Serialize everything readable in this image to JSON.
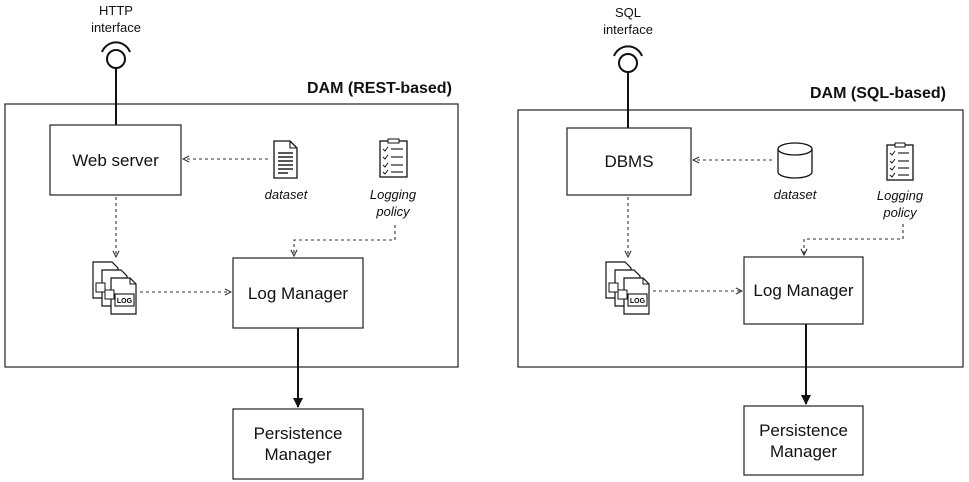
{
  "left": {
    "interface_label": "HTTP\ninterface",
    "container_title": "DAM (REST-based)",
    "server_label": "Web server",
    "dataset_label": "dataset",
    "policy_label": "Logging\npolicy",
    "log_manager_label": "Log Manager",
    "persistence_label": "Persistence\nManager",
    "log_icon_text": "LOG",
    "dataset_icon": "document-icon"
  },
  "right": {
    "interface_label": "SQL\ninterface",
    "container_title": "DAM (SQL-based)",
    "server_label": "DBMS",
    "dataset_label": "dataset",
    "policy_label": "Logging\npolicy",
    "log_manager_label": "Log Manager",
    "persistence_label": "Persistence\nManager",
    "log_icon_text": "LOG",
    "dataset_icon": "database-icon"
  }
}
